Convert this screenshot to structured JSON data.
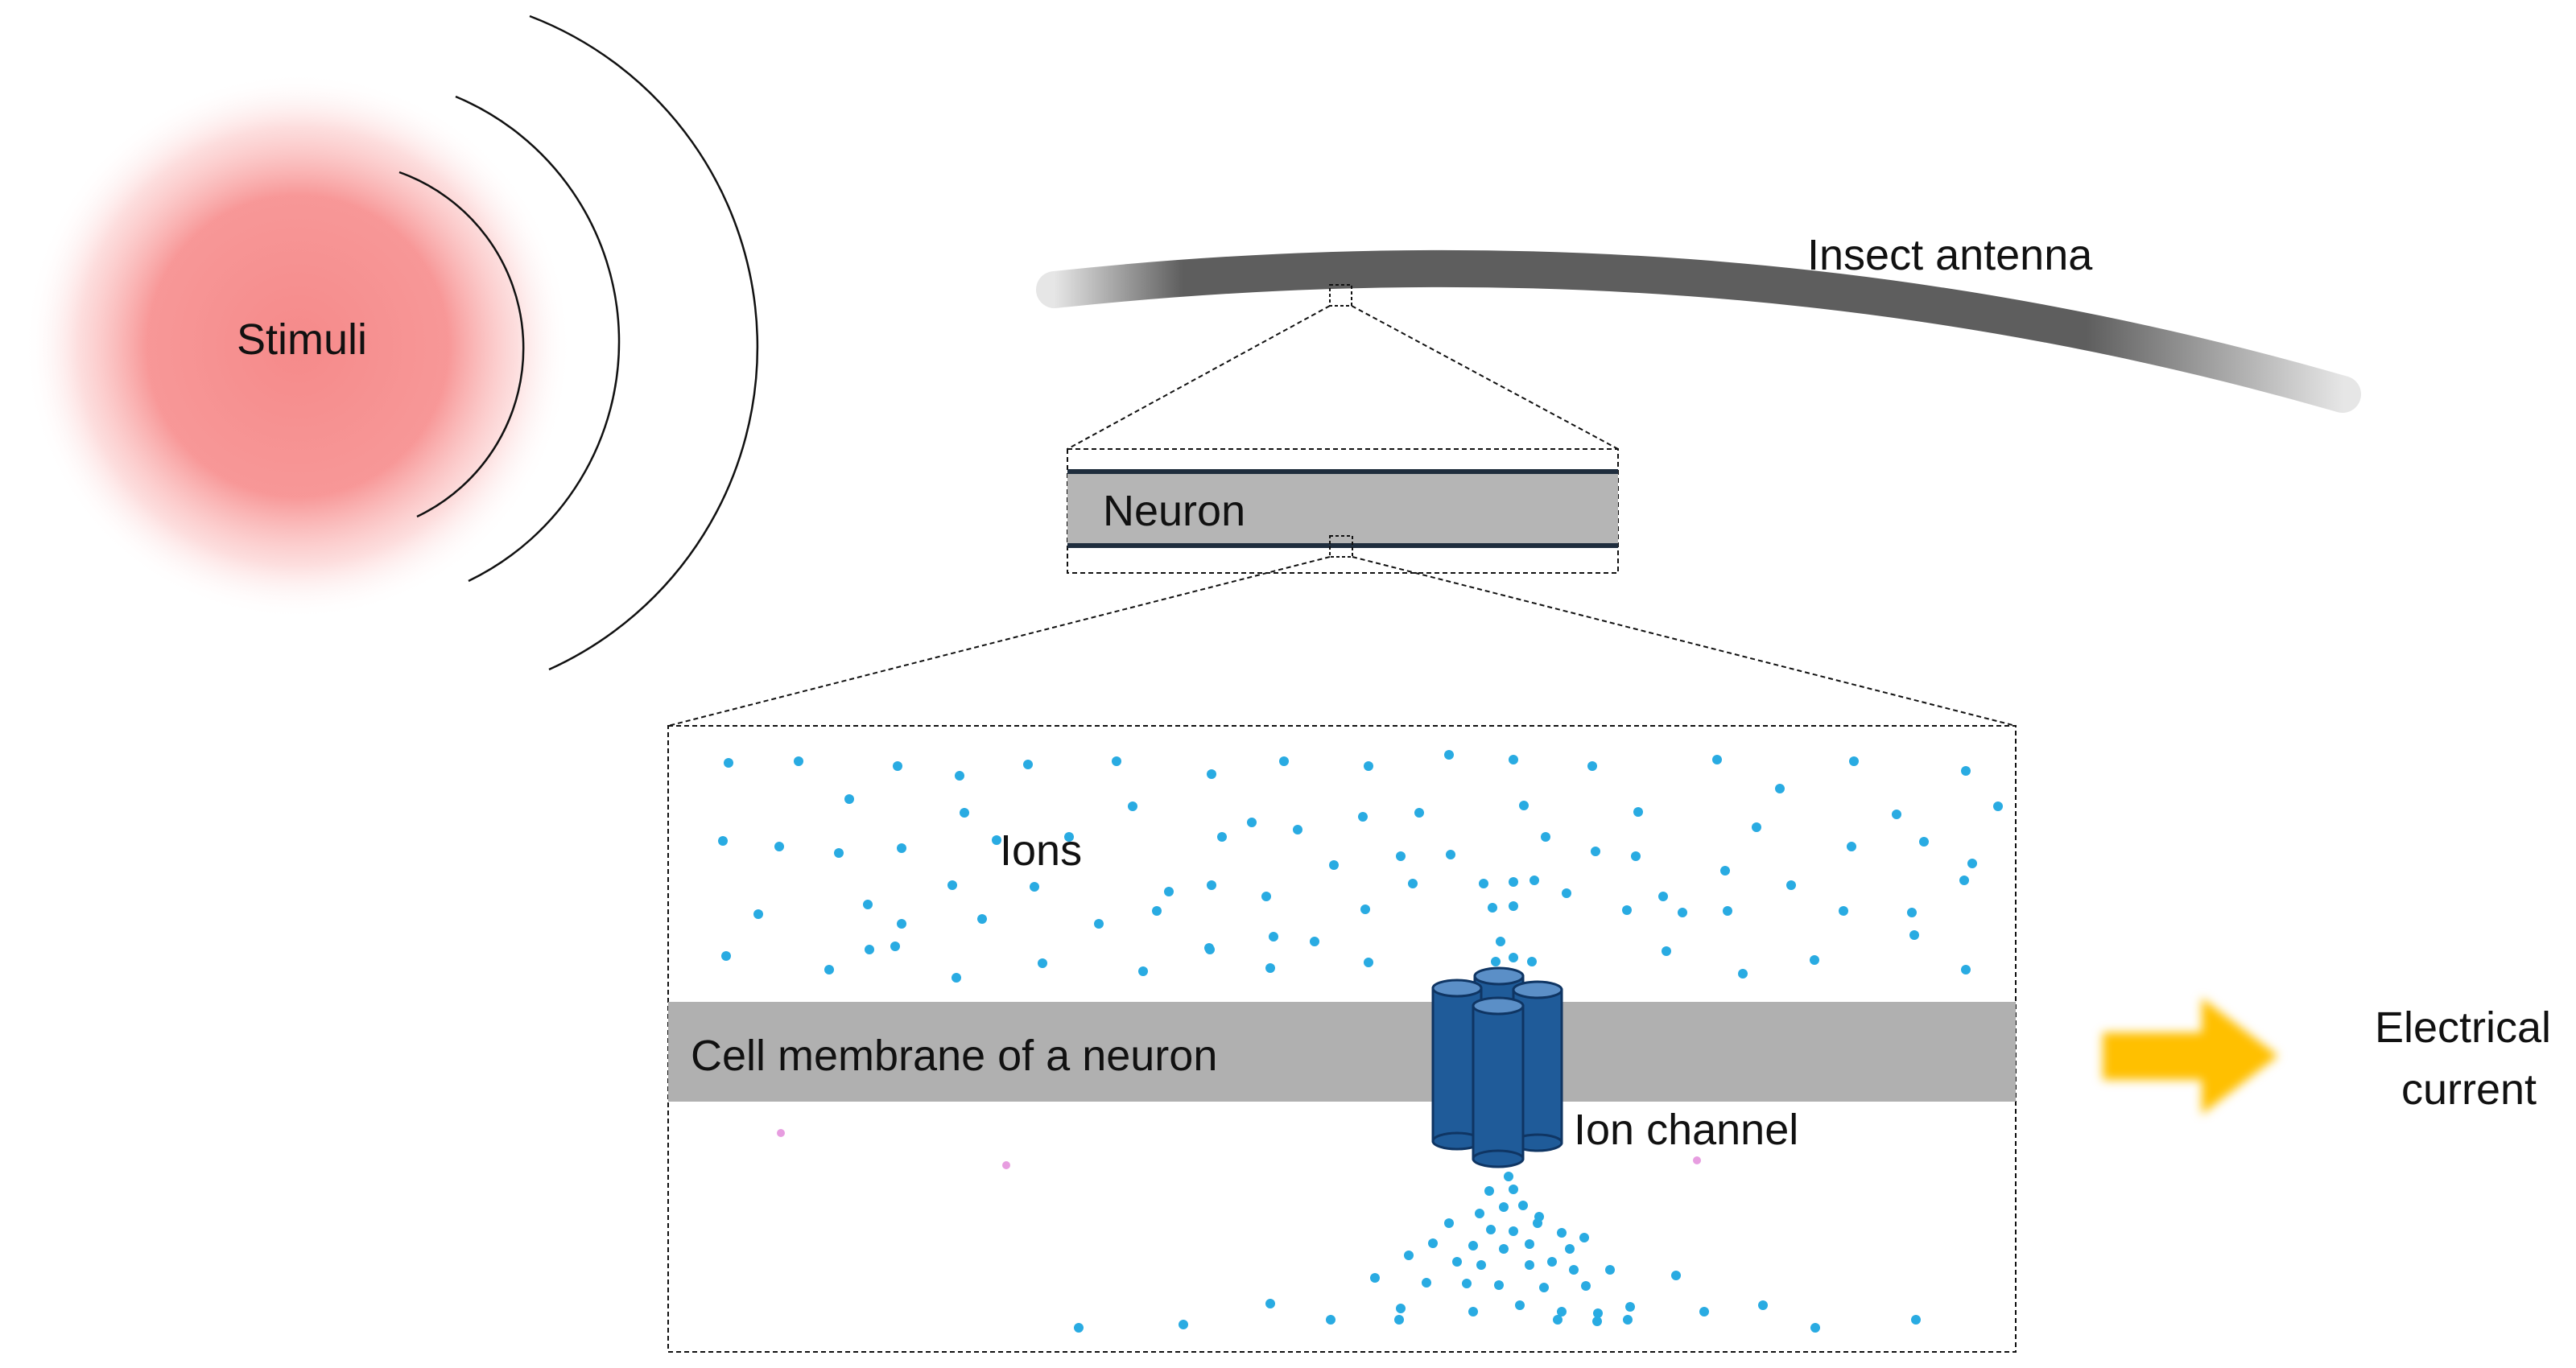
{
  "labels": {
    "stimuli": "Stimuli",
    "antenna": "Insect antenna",
    "neuron": "Neuron",
    "ions": "Ions",
    "membrane": "Cell membrane of a neuron",
    "ion_channel": "Ion channel",
    "current_line1": "Electrical",
    "current_line2": "current"
  },
  "colors": {
    "stimulus_glow": "#f58a8a",
    "antenna": "#555555",
    "neuron_fill": "#b5b5b5",
    "neuron_border": "#1f2d3d",
    "membrane_fill": "#b0b0b0",
    "ion": "#29abe2",
    "stray_particle": "#e79de0",
    "channel_fill": "#1f5b99",
    "channel_top": "#5b8fc7",
    "channel_stroke": "#0f3563",
    "arrow": "#ffc000"
  },
  "icons": {
    "stimulus_waves": "concentric-arc-waves-icon",
    "channel": "cylinder-ion-channel-icon",
    "current_arrow": "right-arrow-icon"
  }
}
